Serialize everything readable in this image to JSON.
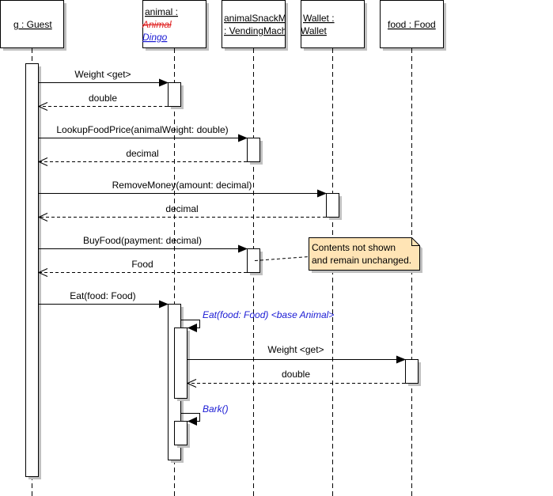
{
  "diagram": {
    "type": "uml-sequence",
    "lifelines": [
      {
        "id": "guest",
        "lines": [
          "g : Guest"
        ]
      },
      {
        "id": "animal",
        "lines": [
          "animal :",
          "Animal",
          "Dingo"
        ],
        "removed_type": "Animal",
        "actual_type": "Dingo"
      },
      {
        "id": "vending",
        "lines": [
          "animalSnackM",
          ": VendingMach"
        ]
      },
      {
        "id": "wallet",
        "lines": [
          "Wallet :",
          "Wallet"
        ]
      },
      {
        "id": "food",
        "lines": [
          "food : Food"
        ]
      }
    ],
    "messages": [
      {
        "from": "guest",
        "to": "animal",
        "kind": "call",
        "label": "Weight <get>"
      },
      {
        "from": "animal",
        "to": "guest",
        "kind": "return",
        "label": "double"
      },
      {
        "from": "guest",
        "to": "vending",
        "kind": "call",
        "label": "LookupFoodPrice(animalWeight: double)"
      },
      {
        "from": "vending",
        "to": "guest",
        "kind": "return",
        "label": "decimal"
      },
      {
        "from": "guest",
        "to": "wallet",
        "kind": "call",
        "label": "RemoveMoney(amount: decimal)"
      },
      {
        "from": "wallet",
        "to": "guest",
        "kind": "return",
        "label": "decimal"
      },
      {
        "from": "guest",
        "to": "vending",
        "kind": "call",
        "label": "BuyFood(payment: decimal)"
      },
      {
        "from": "vending",
        "to": "guest",
        "kind": "return",
        "label": "Food"
      },
      {
        "from": "guest",
        "to": "animal",
        "kind": "call",
        "label": "Eat(food: Food)"
      },
      {
        "from": "animal",
        "to": "animal",
        "kind": "self-call",
        "label": "Eat(food: Food) <base Animal>",
        "highlight": true
      },
      {
        "from": "animal",
        "to": "food",
        "kind": "call",
        "label": "Weight <get>"
      },
      {
        "from": "food",
        "to": "animal",
        "kind": "return",
        "label": "double"
      },
      {
        "from": "animal",
        "to": "animal",
        "kind": "self-call",
        "label": "Bark()",
        "highlight": true
      }
    ],
    "note": {
      "lines": [
        "Contents not shown",
        "and remain unchanged."
      ],
      "attached_to": "BuyFood activation"
    },
    "colors": {
      "line": "#000000",
      "shadow": "#c0c0c0",
      "note_fill": "#ffe4b5",
      "highlight_text": "#1a1ad4",
      "removed_text": "#e02020"
    }
  }
}
